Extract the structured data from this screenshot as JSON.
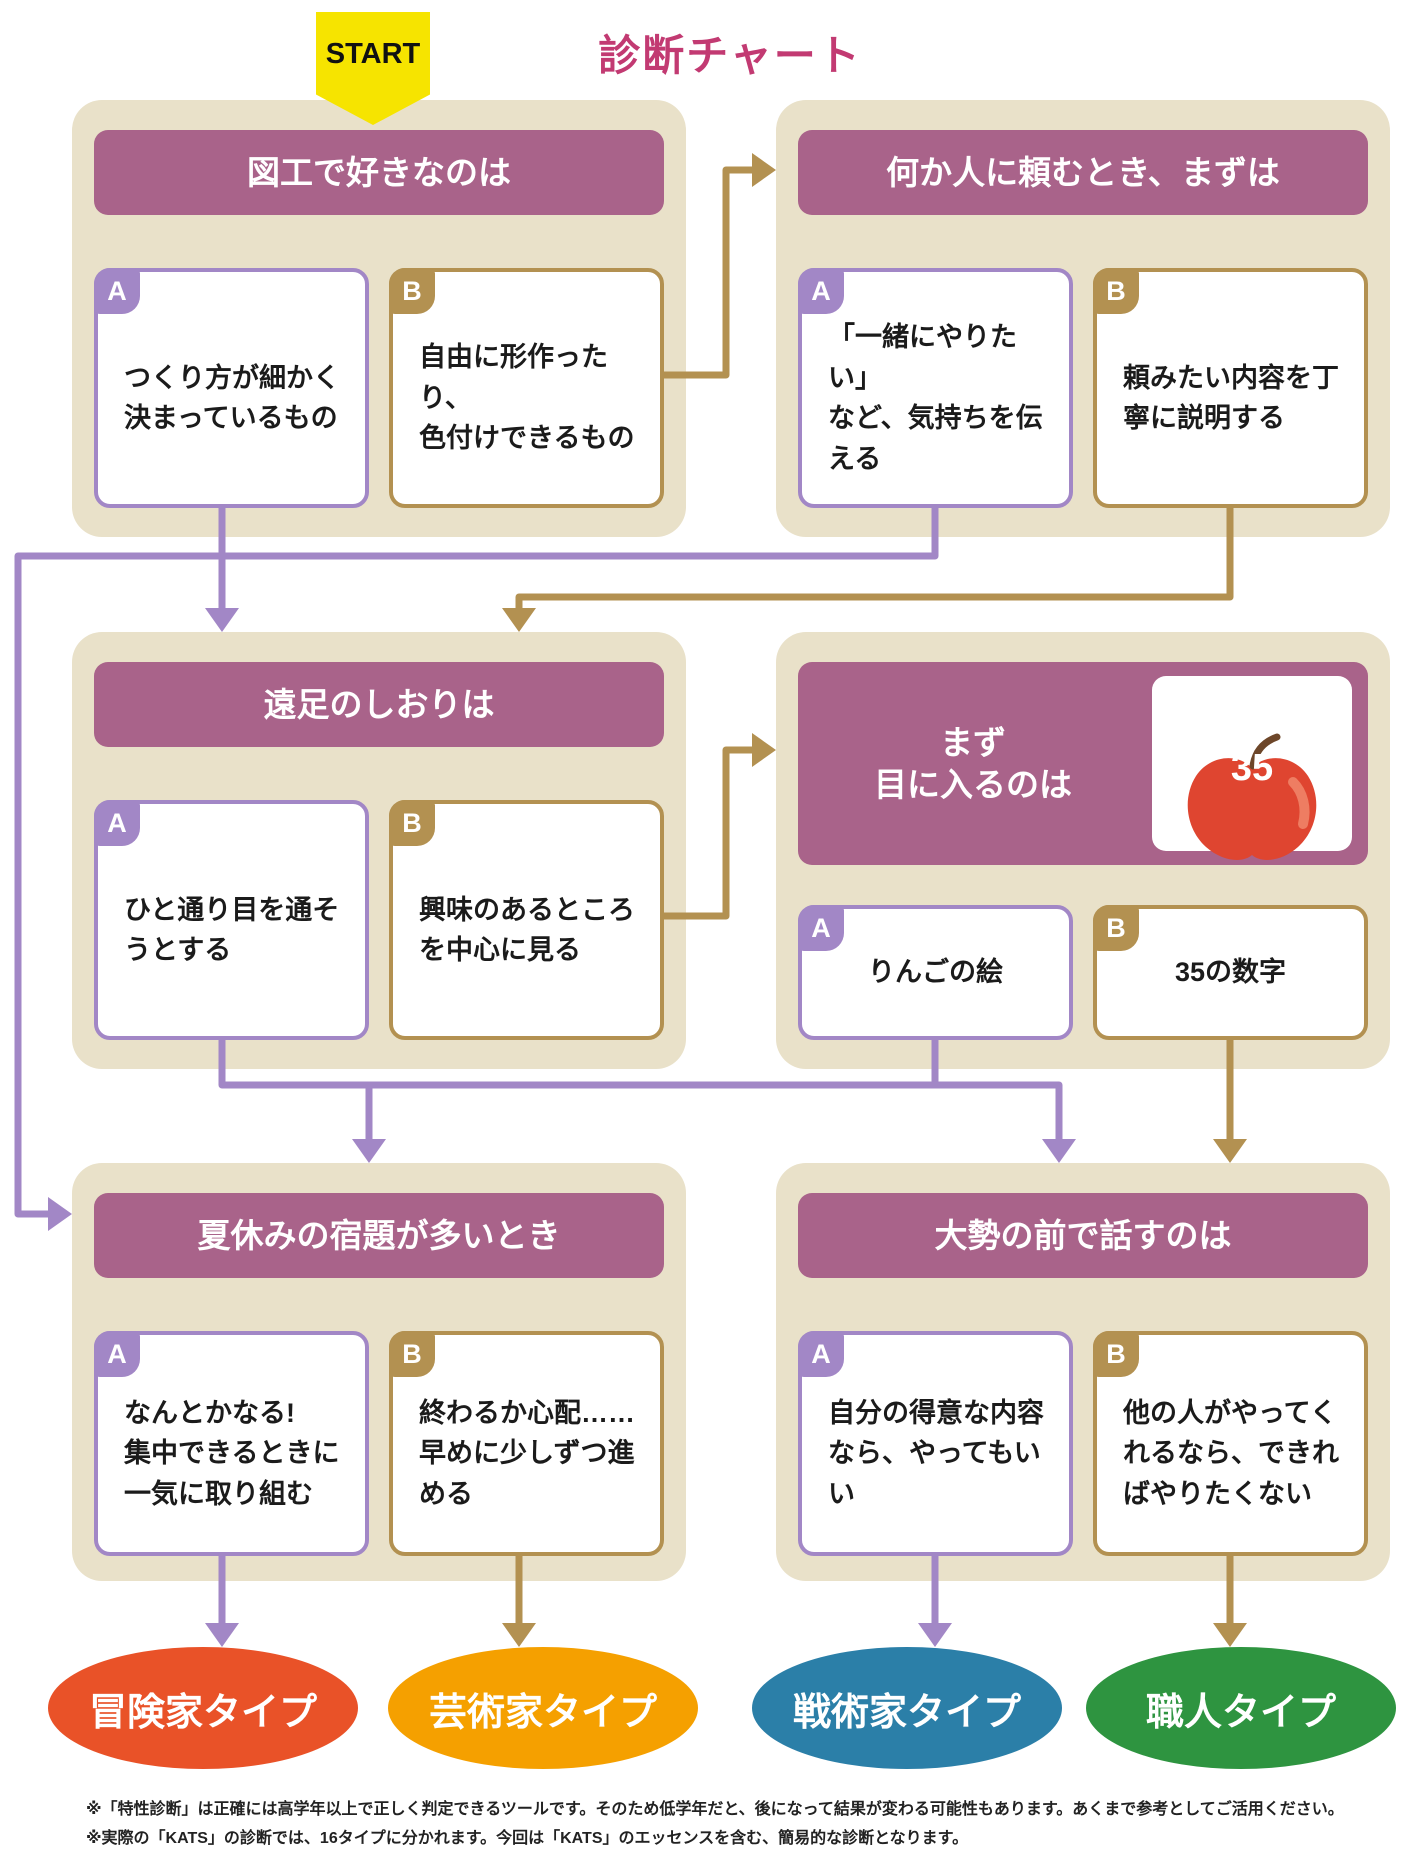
{
  "title": "診断チャート",
  "start_label": "START",
  "questions": [
    {
      "id": "q1",
      "header": "図工で好きなのは",
      "options": [
        {
          "label": "A",
          "text": "つくり方が細かく\n決まっているもの"
        },
        {
          "label": "B",
          "text": "自由に形作ったり、\n色付けできるもの"
        }
      ]
    },
    {
      "id": "q2",
      "header": "何か人に頼むとき、まずは",
      "options": [
        {
          "label": "A",
          "text": "「一緒にやりたい」\nなど、気持ちを伝\nえる"
        },
        {
          "label": "B",
          "text": "頼みたい内容を丁\n寧に説明する"
        }
      ]
    },
    {
      "id": "q3",
      "header": "遠足のしおりは",
      "options": [
        {
          "label": "A",
          "text": "ひと通り目を通そ\nうとする"
        },
        {
          "label": "B",
          "text": "興味のあるところ\nを中心に見る"
        }
      ]
    },
    {
      "id": "q4",
      "header": "まず\n目に入るのは",
      "image": {
        "type": "apple",
        "number": "35"
      },
      "options": [
        {
          "label": "A",
          "text": "りんごの絵"
        },
        {
          "label": "B",
          "text": "35の数字"
        }
      ]
    },
    {
      "id": "q5",
      "header": "夏休みの宿題が多いとき",
      "options": [
        {
          "label": "A",
          "text": "なんとかなる!\n集中できるときに\n一気に取り組む"
        },
        {
          "label": "B",
          "text": "終わるか心配……\n早めに少しずつ進\nめる"
        }
      ]
    },
    {
      "id": "q6",
      "header": "大勢の前で話すのは",
      "options": [
        {
          "label": "A",
          "text": "自分の得意な内容\nなら、やってもい\nい"
        },
        {
          "label": "B",
          "text": "他の人がやってく\nれるなら、できれ\nばやりたくない"
        }
      ]
    }
  ],
  "results": [
    {
      "id": "adventurer",
      "label": "冒険家タイプ",
      "color": "#e95228"
    },
    {
      "id": "artist",
      "label": "芸術家タイプ",
      "color": "#f5a000"
    },
    {
      "id": "tactician",
      "label": "戦術家タイプ",
      "color": "#2b7fa8"
    },
    {
      "id": "craftsman",
      "label": "職人タイプ",
      "color": "#2e9440"
    }
  ],
  "connections": [
    {
      "from": "q1.A",
      "to": "q3",
      "color": "purple"
    },
    {
      "from": "q1.B",
      "to": "q2",
      "color": "gold"
    },
    {
      "from": "q2.A",
      "to": "q5",
      "color": "purple"
    },
    {
      "from": "q2.B",
      "to": "q3",
      "color": "gold"
    },
    {
      "from": "q3.A",
      "to": "q6",
      "color": "purple"
    },
    {
      "from": "q3.B",
      "to": "q4",
      "color": "gold"
    },
    {
      "from": "q4.A",
      "to": "q5",
      "color": "purple"
    },
    {
      "from": "q4.B",
      "to": "q6",
      "color": "gold"
    },
    {
      "from": "q5.A",
      "to": "adventurer",
      "color": "purple"
    },
    {
      "from": "q5.B",
      "to": "artist",
      "color": "gold"
    },
    {
      "from": "q6.A",
      "to": "tactician",
      "color": "purple"
    },
    {
      "from": "q6.B",
      "to": "craftsman",
      "color": "gold"
    }
  ],
  "footnotes": [
    "※「特性診断」は正確には高学年以上で正しく判定できるツールです。そのため低学年だと、後になって結果が変わる可能性もあります。あくまで参考としてご活用ください。",
    "※実際の「KATS」の診断では、16タイプに分かれます。今回は「KATS」のエッセンスを含む、簡易的な診断となります。"
  ],
  "colors": {
    "group_bg": "#e9e1c9",
    "header_bg": "#a9638a",
    "option_a": "#a287c6",
    "option_b": "#b39151",
    "title": "#c23a72",
    "start_bg": "#f6e400",
    "apple": "#df4530"
  }
}
